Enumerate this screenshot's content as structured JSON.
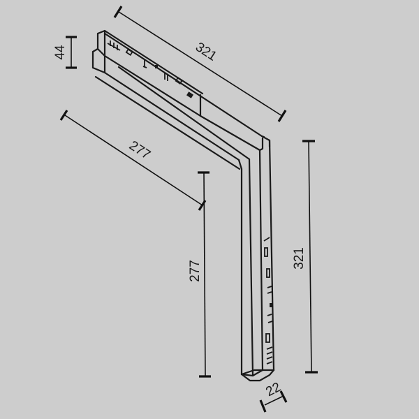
{
  "drawing": {
    "type": "technical-dimension-drawing",
    "subject": "L-shaped corner track connector (isometric view)",
    "background_color": "#cdcdcd",
    "line_color": "#1a1a1a"
  },
  "dimensions": {
    "height": {
      "value": "44",
      "orientation": "vertical-left"
    },
    "outer_arm_top": {
      "value": "321",
      "orientation": "diagonal"
    },
    "inner_arm_top": {
      "value": "277",
      "orientation": "diagonal"
    },
    "inner_arm_vertical": {
      "value": "277",
      "orientation": "vertical"
    },
    "outer_arm_vertical": {
      "value": "321",
      "orientation": "vertical"
    },
    "width": {
      "value": "22",
      "orientation": "bottom-diagonal"
    }
  }
}
